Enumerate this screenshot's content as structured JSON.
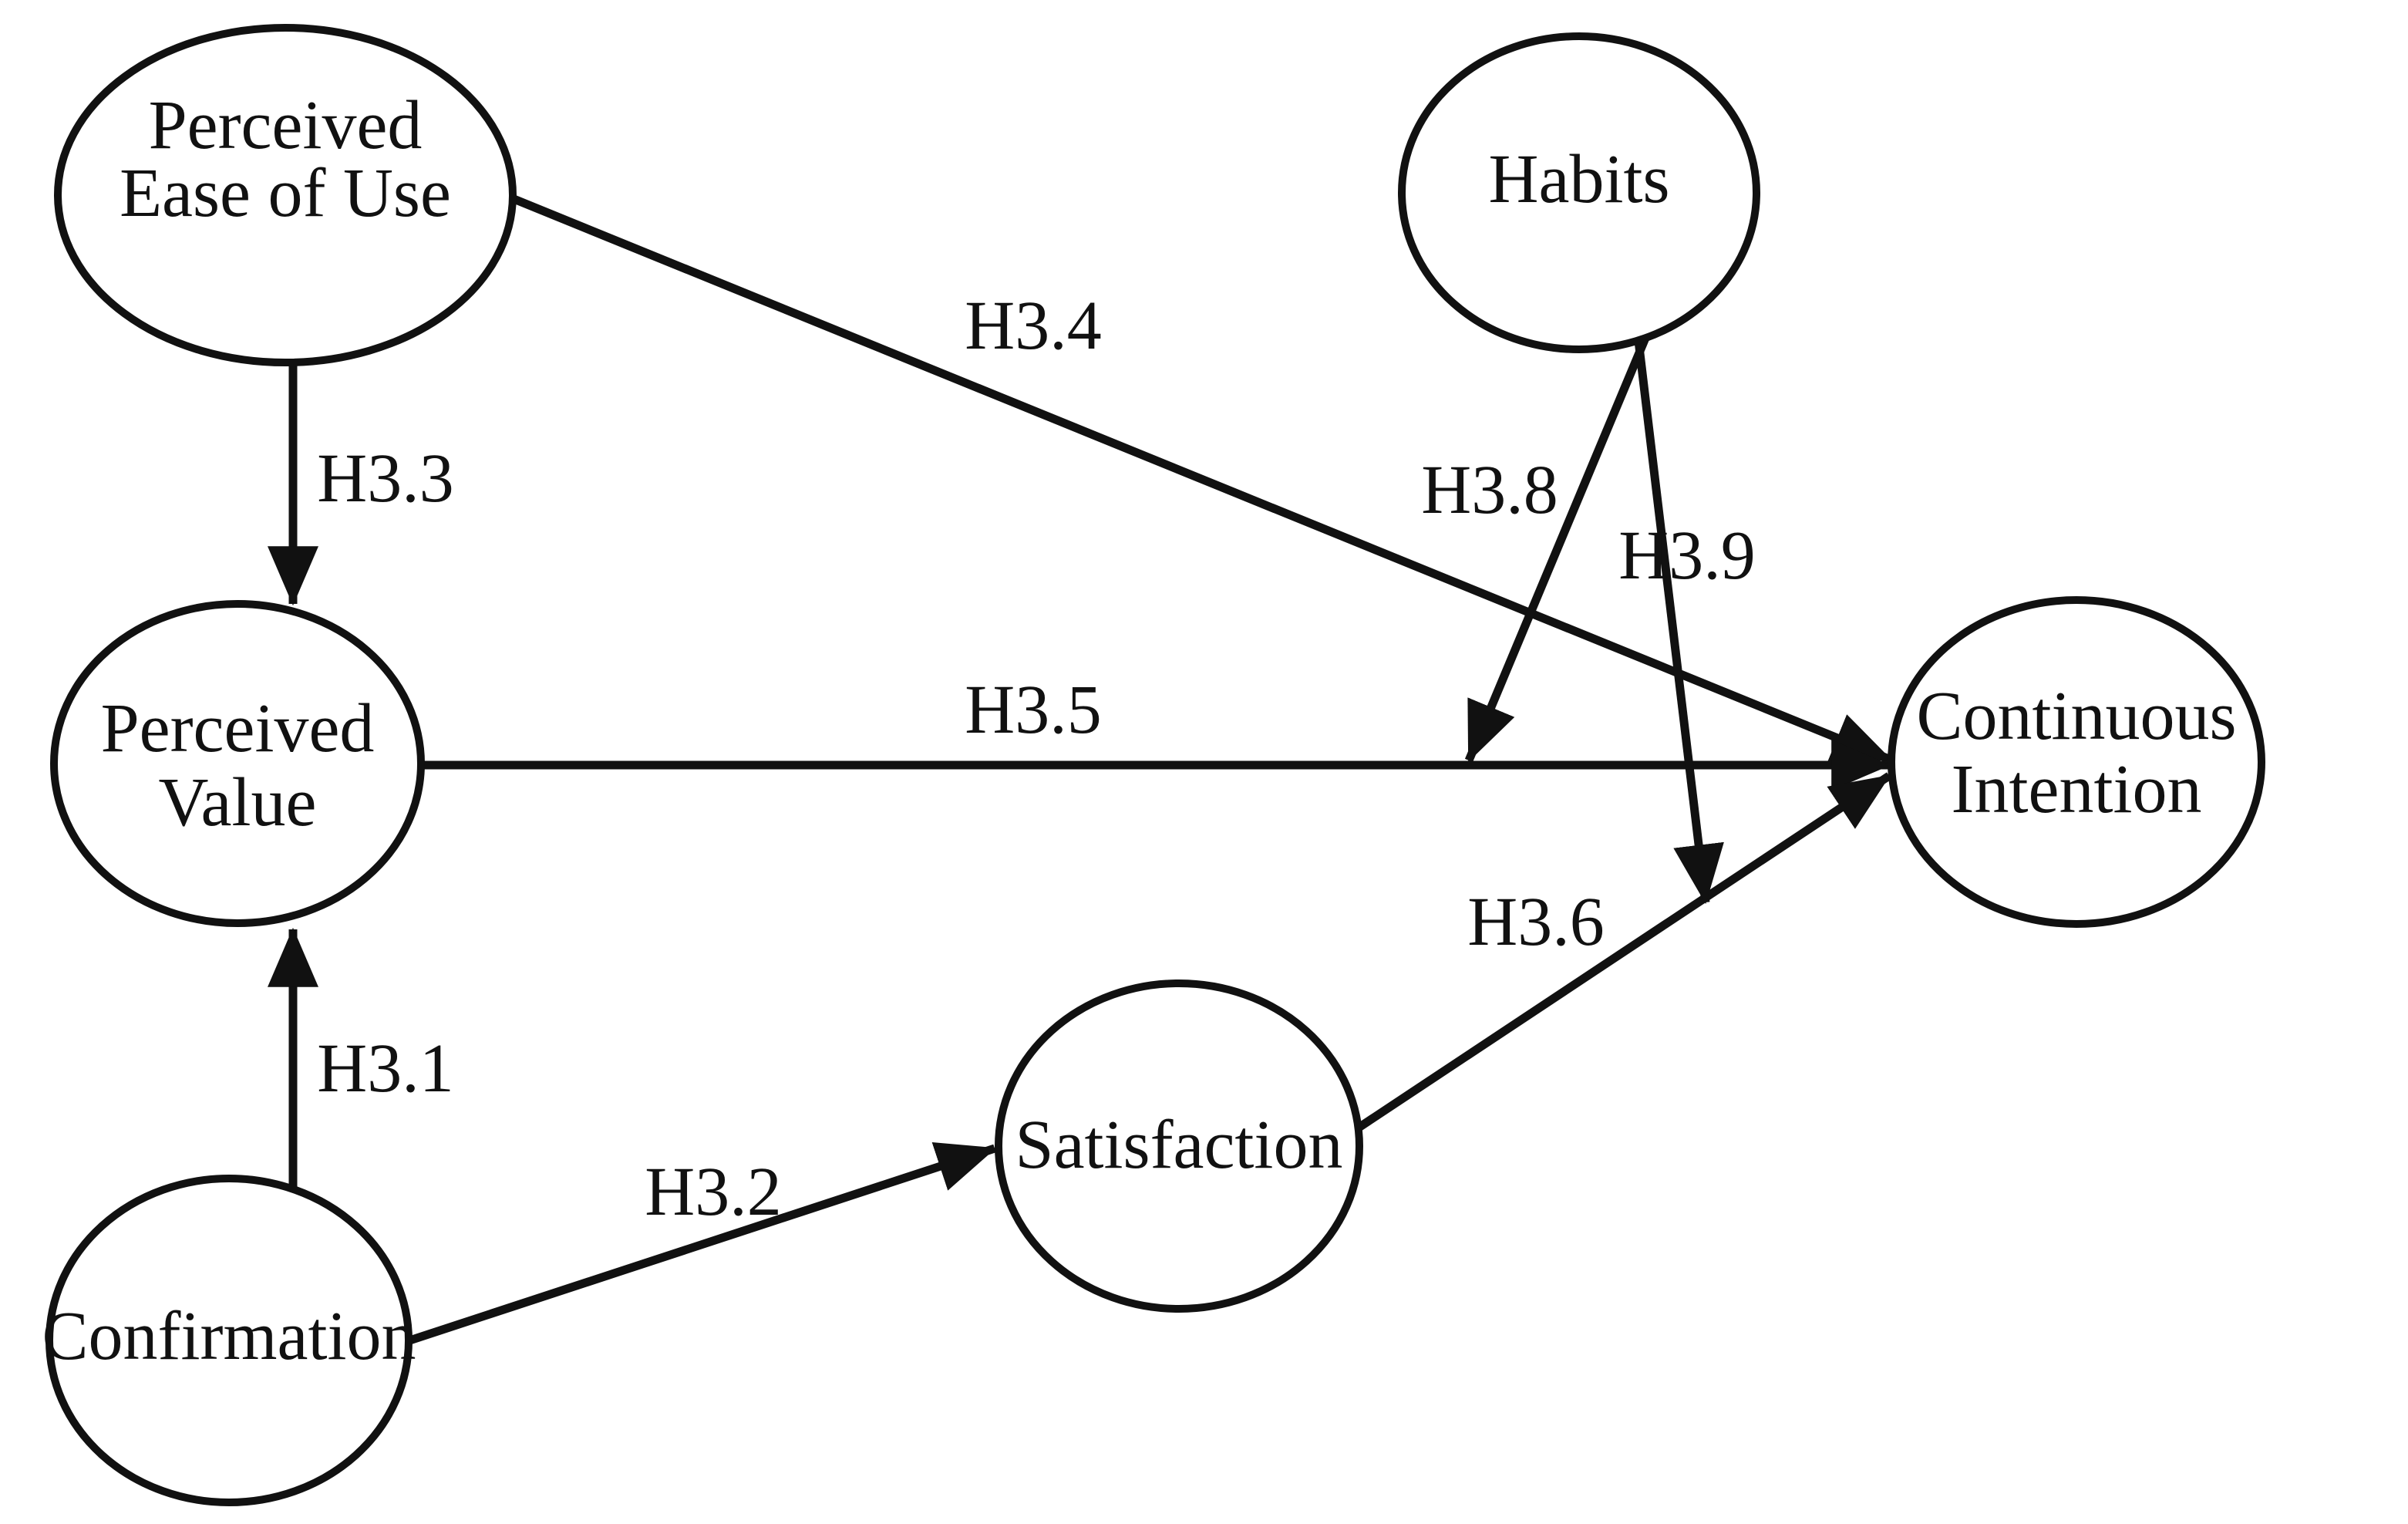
{
  "diagram": {
    "type": "hypothesis-path-model",
    "background_color": "#ffffff",
    "line_color": "#111111",
    "nodes": [
      {
        "id": "perceived-ease-of-use",
        "lines": [
          "Perceived",
          "Ease of Use"
        ]
      },
      {
        "id": "habits",
        "lines": [
          "Habits"
        ]
      },
      {
        "id": "perceived-value",
        "lines": [
          "Perceived",
          "Value"
        ]
      },
      {
        "id": "continuous-intention",
        "lines": [
          "Continuous",
          "Intention"
        ]
      },
      {
        "id": "satisfaction",
        "lines": [
          "Satisfaction"
        ]
      },
      {
        "id": "confirmation",
        "lines": [
          "Confirmation"
        ]
      }
    ],
    "edges": [
      {
        "label": "H3.1",
        "from": "Confirmation",
        "to": "Perceived Value"
      },
      {
        "label": "H3.2",
        "from": "Confirmation",
        "to": "Satisfaction"
      },
      {
        "label": "H3.3",
        "from": "Perceived Ease of Use",
        "to": "Perceived Value"
      },
      {
        "label": "H3.4",
        "from": "Perceived Ease of Use",
        "to": "Continuous Intention"
      },
      {
        "label": "H3.5",
        "from": "Perceived Value",
        "to": "Continuous Intention"
      },
      {
        "label": "H3.6",
        "from": "Satisfaction",
        "to": "Continuous Intention"
      },
      {
        "label": "H3.8",
        "from": "Habits",
        "to": "Perceived Value to Continuous Intention path"
      },
      {
        "label": "H3.9",
        "from": "Habits",
        "to": "Satisfaction to Continuous Intention path"
      }
    ]
  }
}
